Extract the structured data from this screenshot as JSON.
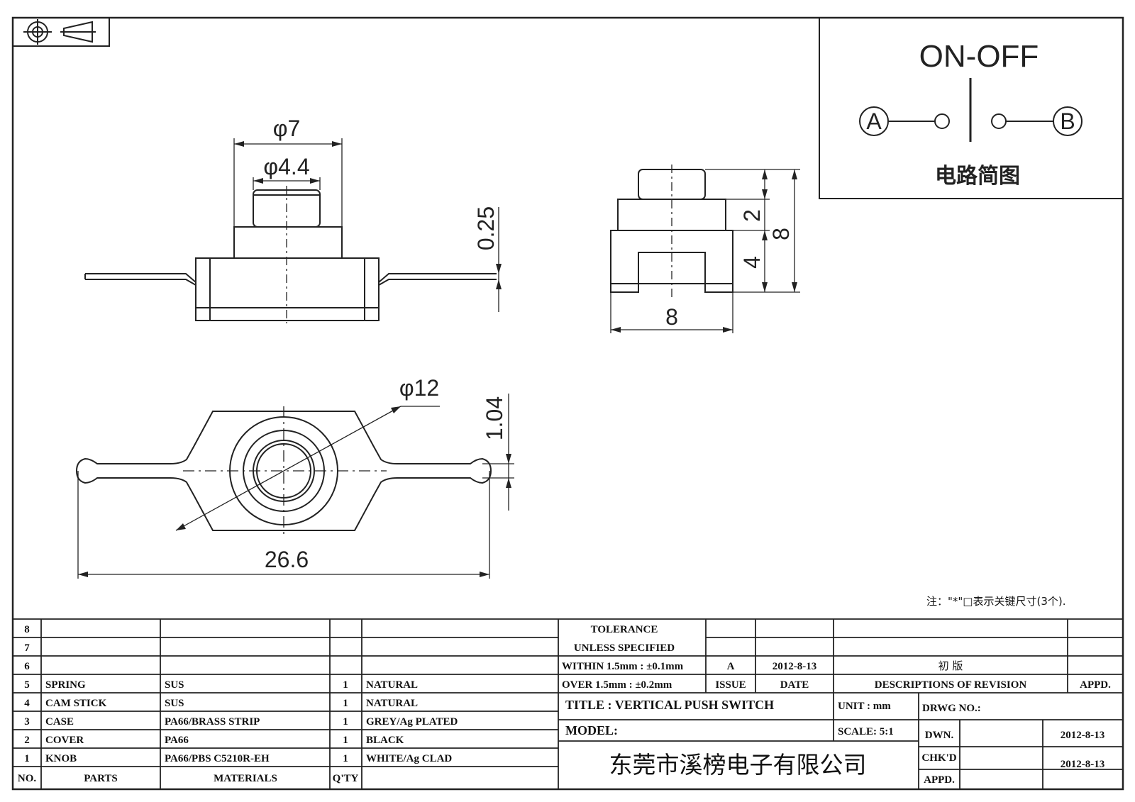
{
  "symbol": {
    "icons": [
      "crosshair-circle-icon",
      "cone-icon"
    ]
  },
  "schematic": {
    "title": "ON-OFF",
    "terminal_a": "A",
    "terminal_b": "B",
    "caption": "电路简图"
  },
  "dimensions": {
    "phi7": "φ7",
    "phi44": "φ4.4",
    "t025": "0.25",
    "d2": "2",
    "d8v": "8",
    "d4": "4",
    "d8h": "8",
    "phi12": "φ12",
    "d104": "1.04",
    "d266": "26.6"
  },
  "note": "注：\"*\"□表示关键尺寸(3个).",
  "parts_table": {
    "rows": [
      {
        "no": "8",
        "part": "",
        "material": "",
        "qty": "",
        "finish": ""
      },
      {
        "no": "7",
        "part": "",
        "material": "",
        "qty": "",
        "finish": ""
      },
      {
        "no": "6",
        "part": "",
        "material": "",
        "qty": "",
        "finish": ""
      },
      {
        "no": "5",
        "part": "SPRING",
        "material": "SUS",
        "qty": "1",
        "finish": "NATURAL"
      },
      {
        "no": "4",
        "part": "CAM STICK",
        "material": "SUS",
        "qty": "1",
        "finish": "NATURAL"
      },
      {
        "no": "3",
        "part": "CASE",
        "material": "PA66/BRASS STRIP",
        "qty": "1",
        "finish": "GREY/Ag PLATED"
      },
      {
        "no": "2",
        "part": "COVER",
        "material": "PA66",
        "qty": "1",
        "finish": "BLACK"
      },
      {
        "no": "1",
        "part": "KNOB",
        "material": "PA66/PBS C5210R-EH",
        "qty": "1",
        "finish": "WHITE/Ag CLAD"
      }
    ],
    "header": {
      "no": "NO.",
      "part": "PARTS",
      "material": "MATERIALS",
      "qty": "Q'TY"
    }
  },
  "title_block": {
    "tolerance1": "TOLERANCE",
    "tolerance2": "UNLESS  SPECIFIED",
    "within": "WITHIN 1.5mm : ±0.1mm",
    "over": "OVER 1.5mm : ±0.2mm",
    "issue_val": "A",
    "date_val": "2012-8-13",
    "rev_desc": "初  版",
    "issue_lbl": "ISSUE",
    "date_lbl": "DATE",
    "desc_lbl": "DESCRIPTIONS OF REVISION",
    "appd_lbl": "APPD.",
    "title": "TITLE :  VERTICAL PUSH SWITCH",
    "unit": "UNIT :  mm",
    "drwg": "DRWG NO.:",
    "model": "MODEL:",
    "scale": "SCALE:  5:1",
    "dwn": "DWN.",
    "dwn_date": "2012-8-13",
    "chkd": "CHK'D",
    "chkd_date": "2012-8-13",
    "appd": "APPD.",
    "company": "东莞市溪榜电子有限公司"
  }
}
